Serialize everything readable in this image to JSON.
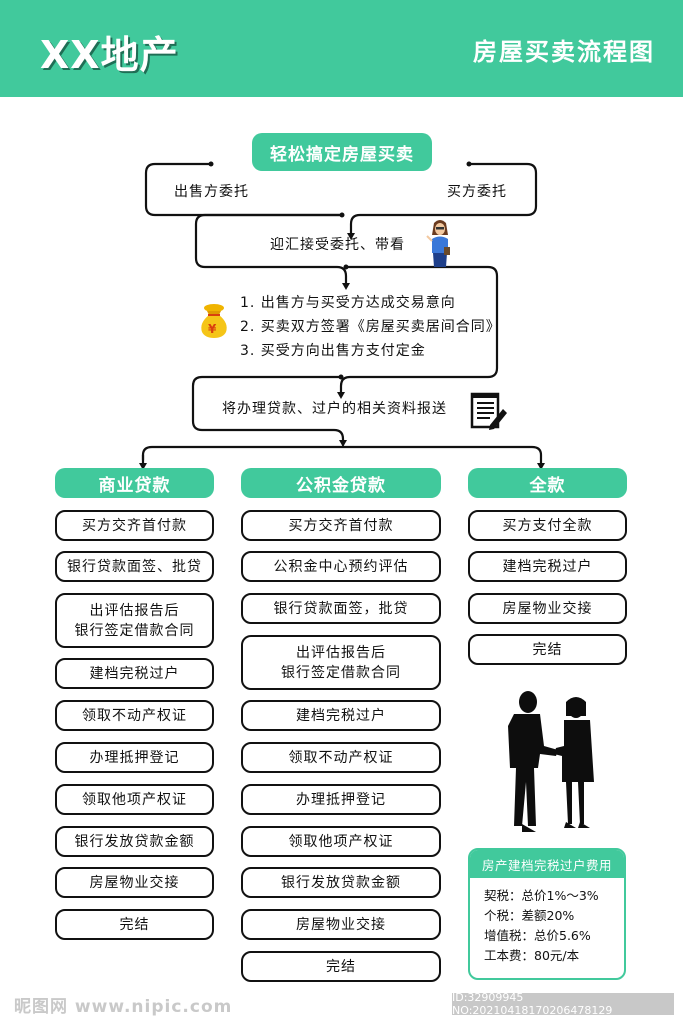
{
  "header": {
    "brand": "XX地产",
    "title": "房屋买卖流程图",
    "color": "#41c99c"
  },
  "flow": {
    "start": "轻松搞定房屋买卖",
    "seller_entrust": "出售方委托",
    "buyer_entrust": "买方委托",
    "accept": "迎汇接受委托、带看",
    "agreement_steps": [
      "1. 出售方与买受方达成交易意向",
      "2. 买卖双方签署《房屋买卖居间合同》",
      "3. 买受方向出售方支付定金"
    ],
    "submit": "将办理贷款、过户的相关资料报送",
    "icons": {
      "agent": "woman-agent-icon",
      "money": "money-bag-icon",
      "document": "notepad-pencil-icon",
      "handshake": "handshake-silhouette-icon"
    }
  },
  "columns": [
    {
      "title": "商业贷款",
      "steps": [
        "买方交齐首付款",
        "银行贷款面签、批贷",
        "出评估报告后\n银行签定借款合同",
        "建档完税过户",
        "领取不动产权证",
        "办理抵押登记",
        "领取他项产权证",
        "银行发放贷款金额",
        "房屋物业交接",
        "完结"
      ]
    },
    {
      "title": "公积金贷款",
      "steps": [
        "买方交齐首付款",
        "公积金中心预约评估",
        "银行贷款面签，批贷",
        "出评估报告后\n银行签定借款合同",
        "建档完税过户",
        "领取不动产权证",
        "办理抵押登记",
        "领取他项产权证",
        "银行发放贷款金额",
        "房屋物业交接",
        "完结"
      ]
    },
    {
      "title": "全款",
      "steps": [
        "买方支付全款",
        "建档完税过户",
        "房屋物业交接",
        "完结"
      ]
    }
  ],
  "fees": {
    "title": "房产建档完税过户费用",
    "items": [
      "契税：总价1%～3%",
      "个税：差额20%",
      "增值税：总价5.6%",
      "工本费：80元/本"
    ]
  },
  "footer": {
    "watermark": "昵图网 www.nipic.com",
    "id_text": "ID:32909945 NO:20210418170206478129"
  }
}
